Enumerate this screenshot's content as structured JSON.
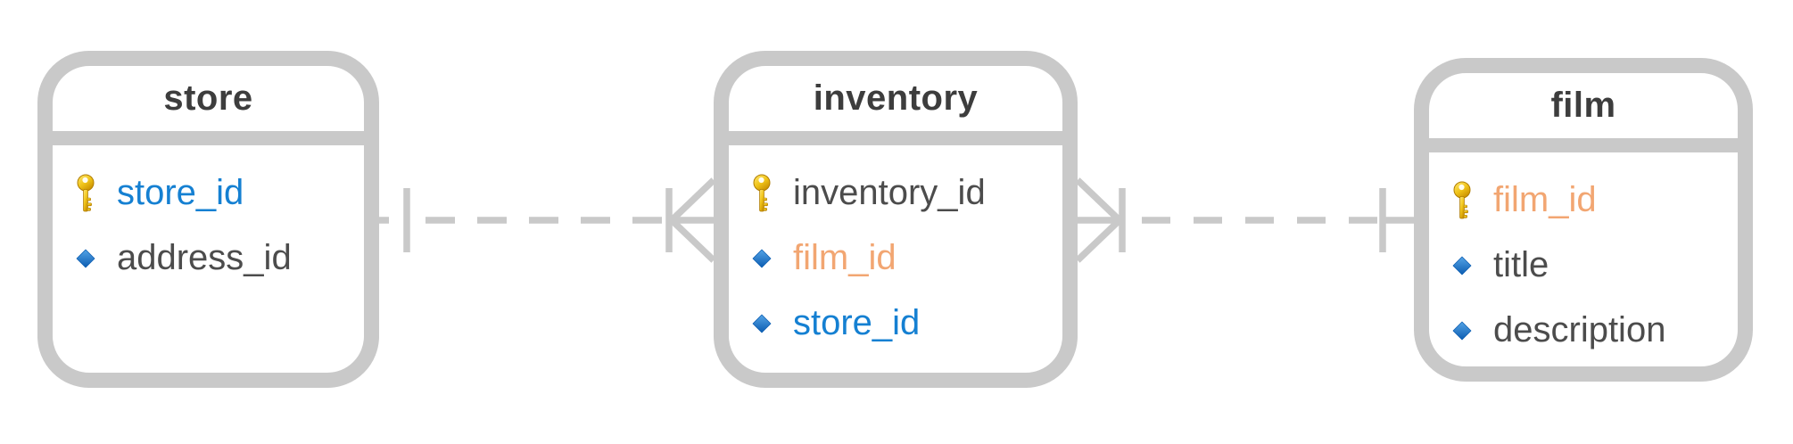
{
  "colors": {
    "line": "#c9c9c9",
    "header_text": "#3d3d3d",
    "dark": "#4c4c4c",
    "blue": "#1580d2",
    "orange": "#f2a672",
    "key_gold": "#e8b400",
    "diamond_blue": "#0b5cb1"
  },
  "entities": [
    {
      "name": "store",
      "fields": [
        {
          "name": "store_id",
          "icon": "key-icon",
          "color": "blue"
        },
        {
          "name": "address_id",
          "icon": "diamond-icon",
          "color": "dark"
        }
      ]
    },
    {
      "name": "inventory",
      "fields": [
        {
          "name": "inventory_id",
          "icon": "key-icon",
          "color": "dark"
        },
        {
          "name": "film_id",
          "icon": "diamond-icon",
          "color": "orange"
        },
        {
          "name": "store_id",
          "icon": "diamond-icon",
          "color": "blue"
        }
      ]
    },
    {
      "name": "film",
      "fields": [
        {
          "name": "film_id",
          "icon": "key-icon",
          "color": "orange"
        },
        {
          "name": "title",
          "icon": "diamond-icon",
          "color": "dark"
        },
        {
          "name": "description",
          "icon": "diamond-icon",
          "color": "dark"
        }
      ]
    }
  ],
  "relationships": [
    {
      "from": "store",
      "from_cardinality": "one",
      "to": "inventory",
      "to_cardinality": "one-or-many",
      "line_style": "dashed"
    },
    {
      "from": "inventory",
      "from_cardinality": "one-or-many",
      "to": "film",
      "to_cardinality": "one",
      "line_style": "dashed"
    }
  ]
}
